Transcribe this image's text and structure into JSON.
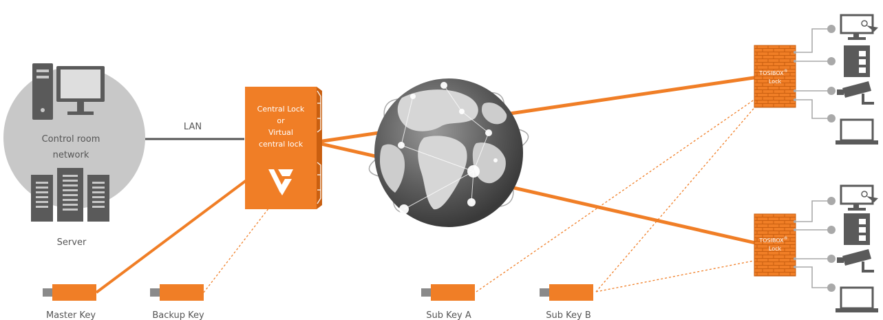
{
  "labels": {
    "control_room_line1": "Control room",
    "control_room_line2": "network",
    "server": "Server",
    "lan": "LAN",
    "central_line1": "Central Lock",
    "central_line2": "or",
    "central_line3": "Virtual",
    "central_line4": "central lock",
    "lock_brand": "TOSIBOX",
    "lock_reg": "®",
    "lock_word": "Lock",
    "master_key": "Master Key",
    "backup_key": "Backup Key",
    "sub_key_a": "Sub Key A",
    "sub_key_b": "Sub Key B"
  },
  "colors": {
    "orange": "#f07e26",
    "dark_orange": "#c95f10",
    "grey_circle": "#c8c8c8",
    "dark_grey": "#555555",
    "device_grey": "#5a5a5a",
    "light_grey": "#a9a9a9"
  }
}
